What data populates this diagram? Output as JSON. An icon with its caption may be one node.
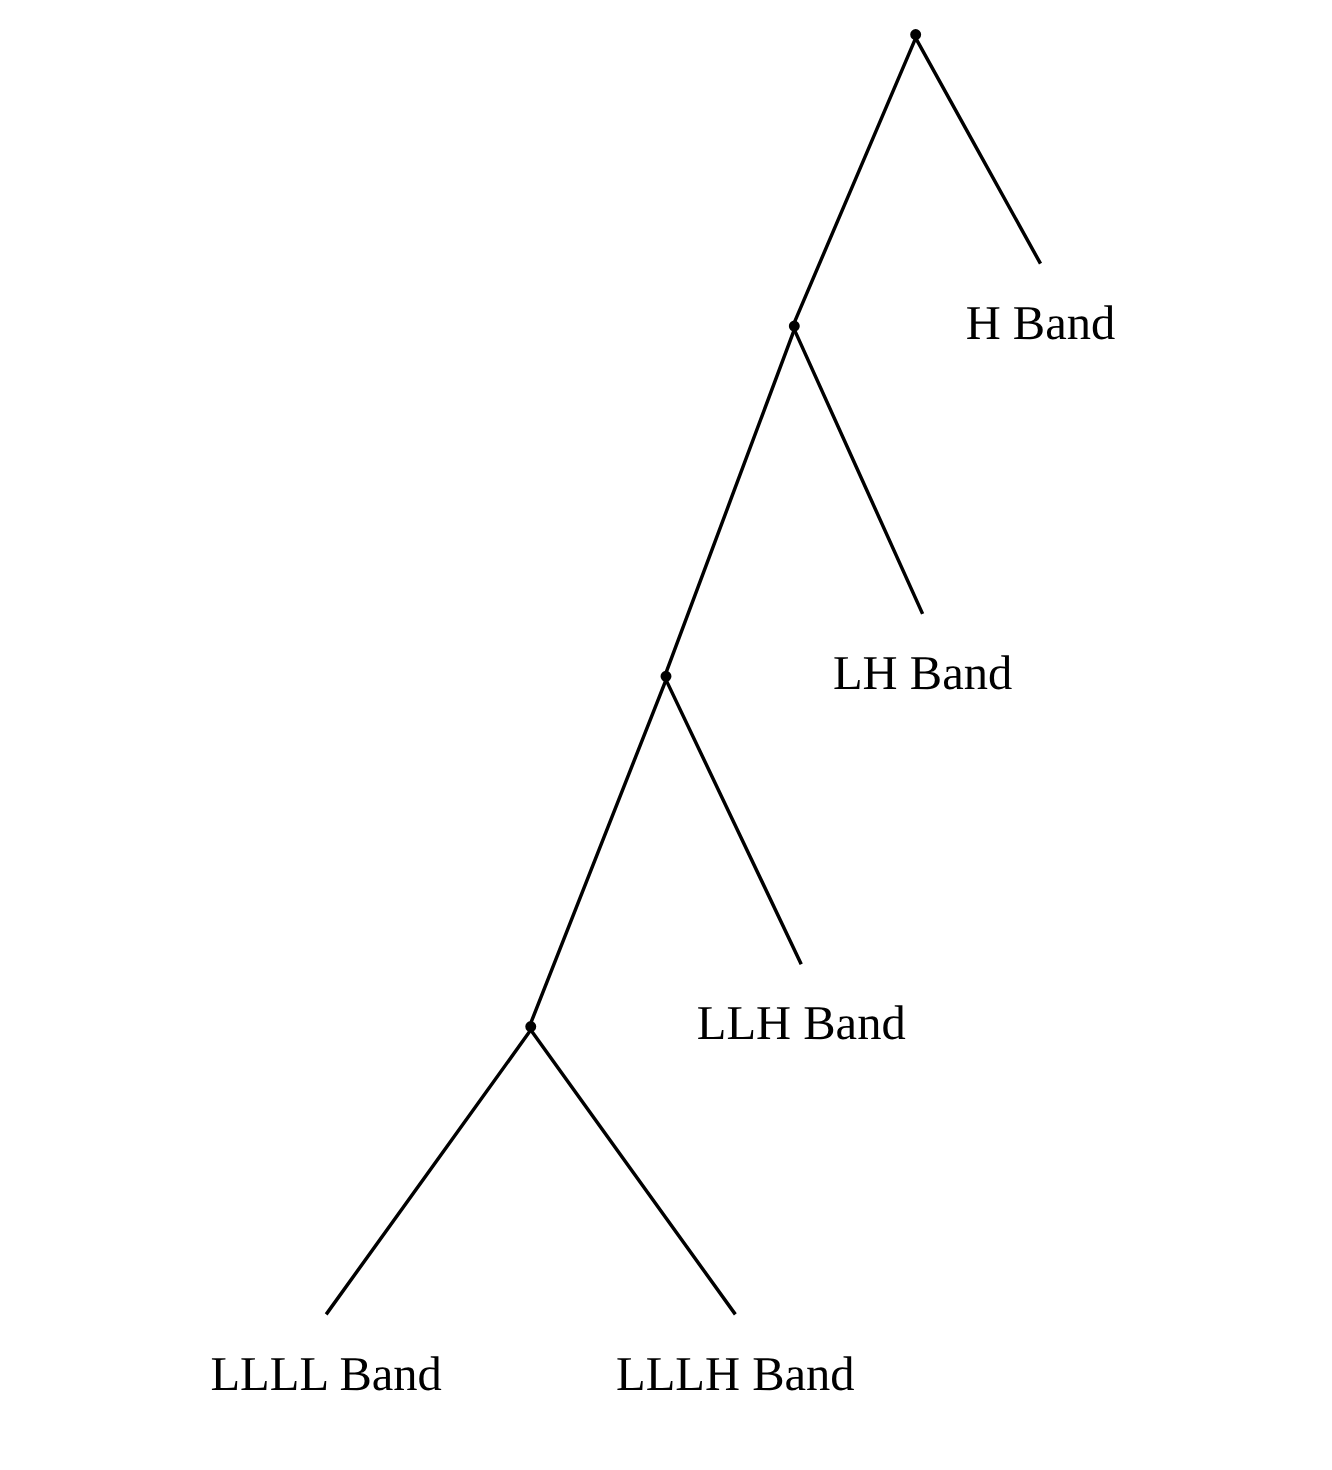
{
  "diagram": {
    "nodes": [
      {
        "text": [],
        "shape": "point"
      },
      {
        "text": [],
        "shape": "point"
      },
      {
        "text": [
          "H Band"
        ]
      },
      {
        "text": [],
        "shape": "point"
      },
      {
        "text": [
          "LH Band"
        ]
      },
      {
        "text": [],
        "shape": "point"
      },
      {
        "text": [
          "LLH Band"
        ]
      },
      {
        "text": [
          "LLLL Band"
        ]
      },
      {
        "text": [
          "LLLH Band"
        ]
      }
    ],
    "edges": [
      {
        "from": 0,
        "to": 1,
        "arrow": "none"
      },
      {
        "from": 0,
        "to": 2,
        "arrow": "none"
      },
      {
        "from": 1,
        "to": 3,
        "arrow": "none"
      },
      {
        "from": 1,
        "to": 4,
        "arrow": "none"
      },
      {
        "from": 3,
        "to": 5,
        "arrow": "none"
      },
      {
        "from": 3,
        "to": 6,
        "arrow": "none"
      },
      {
        "from": 5,
        "to": 7,
        "arrow": "none"
      },
      {
        "from": 5,
        "to": 8,
        "arrow": "none"
      }
    ]
  }
}
